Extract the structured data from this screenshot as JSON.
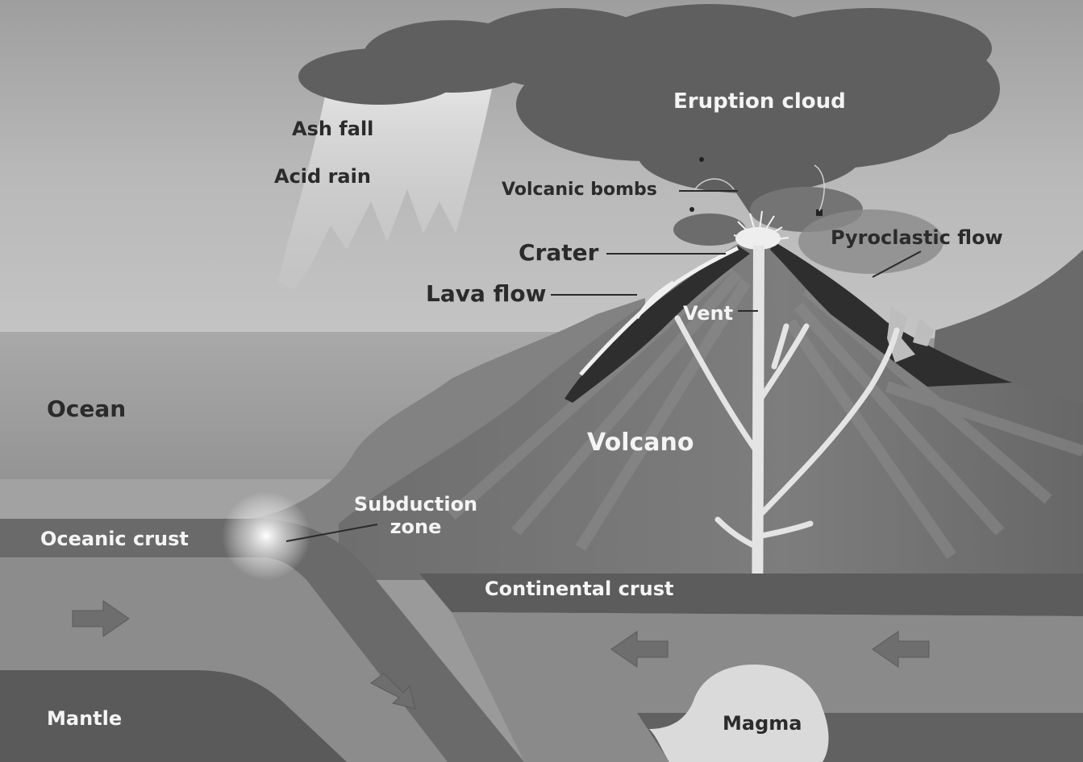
{
  "labels": {
    "eruption_cloud": "Eruption cloud",
    "ash_fall": "Ash fall",
    "acid_rain": "Acid rain",
    "volcanic_bombs": "Volcanic bombs",
    "crater": "Crater",
    "pyroclastic_flow": "Pyroclastic flow",
    "lava_flow": "Lava flow",
    "vent": "Vent",
    "ocean": "Ocean",
    "volcano": "Volcano",
    "subduction_zone_line1": "Subduction",
    "subduction_zone_line2": "zone",
    "oceanic_crust": "Oceanic crust",
    "continental_crust": "Continental crust",
    "mantle": "Mantle",
    "magma": "Magma"
  },
  "palette": {
    "sky": "#b4b4b4",
    "cloud": "#5e5e5e",
    "ocean": "#9c9c9c",
    "volcano": "#7a7a7a",
    "crust": "#6b6b6b",
    "mantle": "#585858",
    "magma": "#d9d9d9",
    "lava": "#2f2f2f"
  },
  "icons": [
    "arrow-right-icon",
    "arrow-down-right-icon",
    "arrow-left-icon"
  ]
}
